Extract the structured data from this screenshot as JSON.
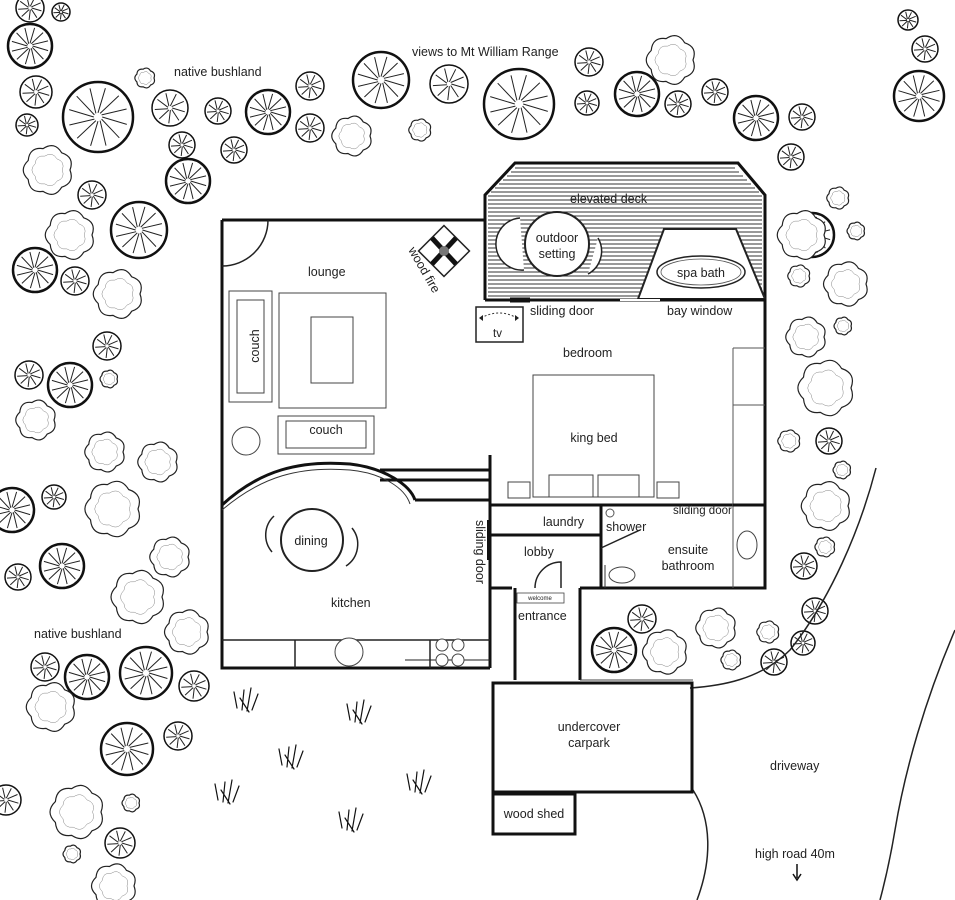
{
  "labels": {
    "views": "views to Mt William Range",
    "native_bushland_top": "native bushland",
    "native_bushland_left": "native bushland",
    "elevated_deck": "elevated deck",
    "outdoor_setting_1": "outdoor",
    "outdoor_setting_2": "setting",
    "spa_bath": "spa bath",
    "wood_fire": "wood fire",
    "lounge": "lounge",
    "tv": "tv",
    "sliding_door_top": "sliding door",
    "bay_window": "bay window",
    "bedroom": "bedroom",
    "couch_vertical": "couch",
    "couch_horizontal": "couch",
    "king_bed": "king bed",
    "laundry": "laundry",
    "shower": "shower",
    "sliding_door_right": "sliding door",
    "dining": "dining",
    "sliding_door_left": "sliding door",
    "lobby": "lobby",
    "ensuite_1": "ensuite",
    "ensuite_2": "bathroom",
    "welcome": "welcome",
    "entrance": "entrance",
    "kitchen": "kitchen",
    "undercover_1": "undercover",
    "undercover_2": "carpark",
    "driveway": "driveway",
    "wood_shed": "wood shed",
    "high_road": "high road 40m"
  }
}
